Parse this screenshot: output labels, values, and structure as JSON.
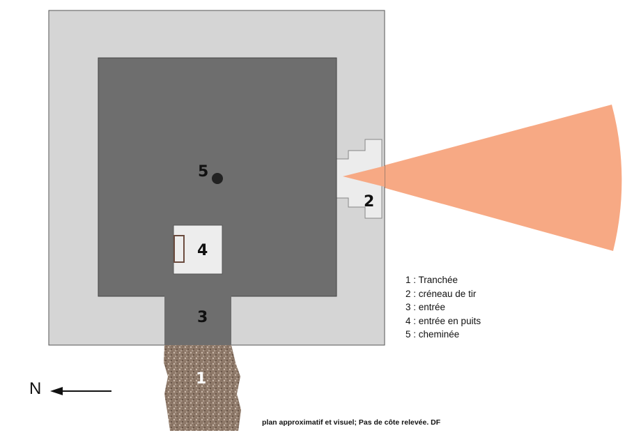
{
  "labels": {
    "trench": "1",
    "embrasure": "2",
    "entrance": "3",
    "shaft_entrance": "4",
    "chimney": "5"
  },
  "legend": [
    "1 : Tranchée",
    "2 : créneau de tir",
    "3  : entrée",
    "4 : entrée en puits",
    "5 : cheminée"
  ],
  "compass": {
    "letter": "N",
    "arrow": "left-arrow-icon"
  },
  "credit": "plan approximatif et visuel; Pas de côte relevée.  DF",
  "colors": {
    "outer_slab": "#d5d5d5",
    "interior": "#6e6e6e",
    "embrasure_light": "#e6e6e6",
    "shaft_box": "#ededed",
    "field_of_fire": "#f7a984",
    "trench": "#8f7a6a",
    "chimney": "#222222"
  }
}
